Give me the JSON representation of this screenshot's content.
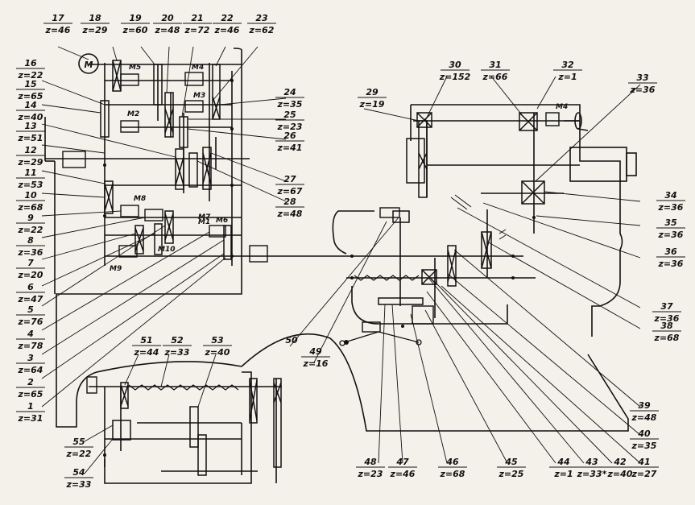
{
  "motor_label": "M",
  "motor_labels": [
    "M1",
    "M2",
    "M3",
    "M4",
    "M5",
    "M6",
    "M7",
    "M8",
    "M9",
    "M10",
    "M4"
  ],
  "gears": [
    {
      "n": "1",
      "z": "z=31"
    },
    {
      "n": "2",
      "z": "z=65"
    },
    {
      "n": "3",
      "z": "z=64"
    },
    {
      "n": "4",
      "z": "z=78"
    },
    {
      "n": "5",
      "z": "z=76"
    },
    {
      "n": "6",
      "z": "z=47"
    },
    {
      "n": "7",
      "z": "z=20"
    },
    {
      "n": "8",
      "z": "z=36"
    },
    {
      "n": "9",
      "z": "z=22"
    },
    {
      "n": "10",
      "z": "z=68"
    },
    {
      "n": "11",
      "z": "z=53"
    },
    {
      "n": "12",
      "z": "z=29"
    },
    {
      "n": "13",
      "z": "z=51"
    },
    {
      "n": "14",
      "z": "z=40"
    },
    {
      "n": "15",
      "z": "z=65"
    },
    {
      "n": "16",
      "z": "z=22"
    },
    {
      "n": "17",
      "z": "z=46"
    },
    {
      "n": "18",
      "z": "z=29"
    },
    {
      "n": "19",
      "z": "z=60"
    },
    {
      "n": "20",
      "z": "z=48"
    },
    {
      "n": "21",
      "z": "z=72"
    },
    {
      "n": "22",
      "z": "z=46"
    },
    {
      "n": "23",
      "z": "z=62"
    },
    {
      "n": "24",
      "z": "z=35"
    },
    {
      "n": "25",
      "z": "z=23"
    },
    {
      "n": "26",
      "z": "z=41"
    },
    {
      "n": "27",
      "z": "z=67"
    },
    {
      "n": "28",
      "z": "z=48"
    },
    {
      "n": "29",
      "z": "z=19"
    },
    {
      "n": "30",
      "z": "z=152"
    },
    {
      "n": "31",
      "z": "z=66"
    },
    {
      "n": "32",
      "z": "z=1"
    },
    {
      "n": "33",
      "z": "z=36"
    },
    {
      "n": "34",
      "z": "z=36"
    },
    {
      "n": "35",
      "z": "z=36"
    },
    {
      "n": "36",
      "z": "z=36"
    },
    {
      "n": "37",
      "z": "z=36"
    },
    {
      "n": "38",
      "z": "z=68"
    },
    {
      "n": "39",
      "z": "z=48"
    },
    {
      "n": "40",
      "z": "z=35"
    },
    {
      "n": "41",
      "z": "z=27"
    },
    {
      "n": "42",
      "z": "z=40"
    },
    {
      "n": "43",
      "z": "z=33*"
    },
    {
      "n": "44",
      "z": "z=1"
    },
    {
      "n": "45",
      "z": "z=25"
    },
    {
      "n": "46",
      "z": "z=68"
    },
    {
      "n": "47",
      "z": "z=46"
    },
    {
      "n": "48",
      "z": "z=23"
    },
    {
      "n": "49",
      "z": "z=16"
    },
    {
      "n": "50",
      "z": ""
    },
    {
      "n": "51",
      "z": "z=44"
    },
    {
      "n": "52",
      "z": "z=33"
    },
    {
      "n": "53",
      "z": "z=40"
    },
    {
      "n": "54",
      "z": "z=33"
    },
    {
      "n": "55",
      "z": "z=22"
    }
  ],
  "ink_color": "#111111",
  "paper_color": "#f4f1ea"
}
